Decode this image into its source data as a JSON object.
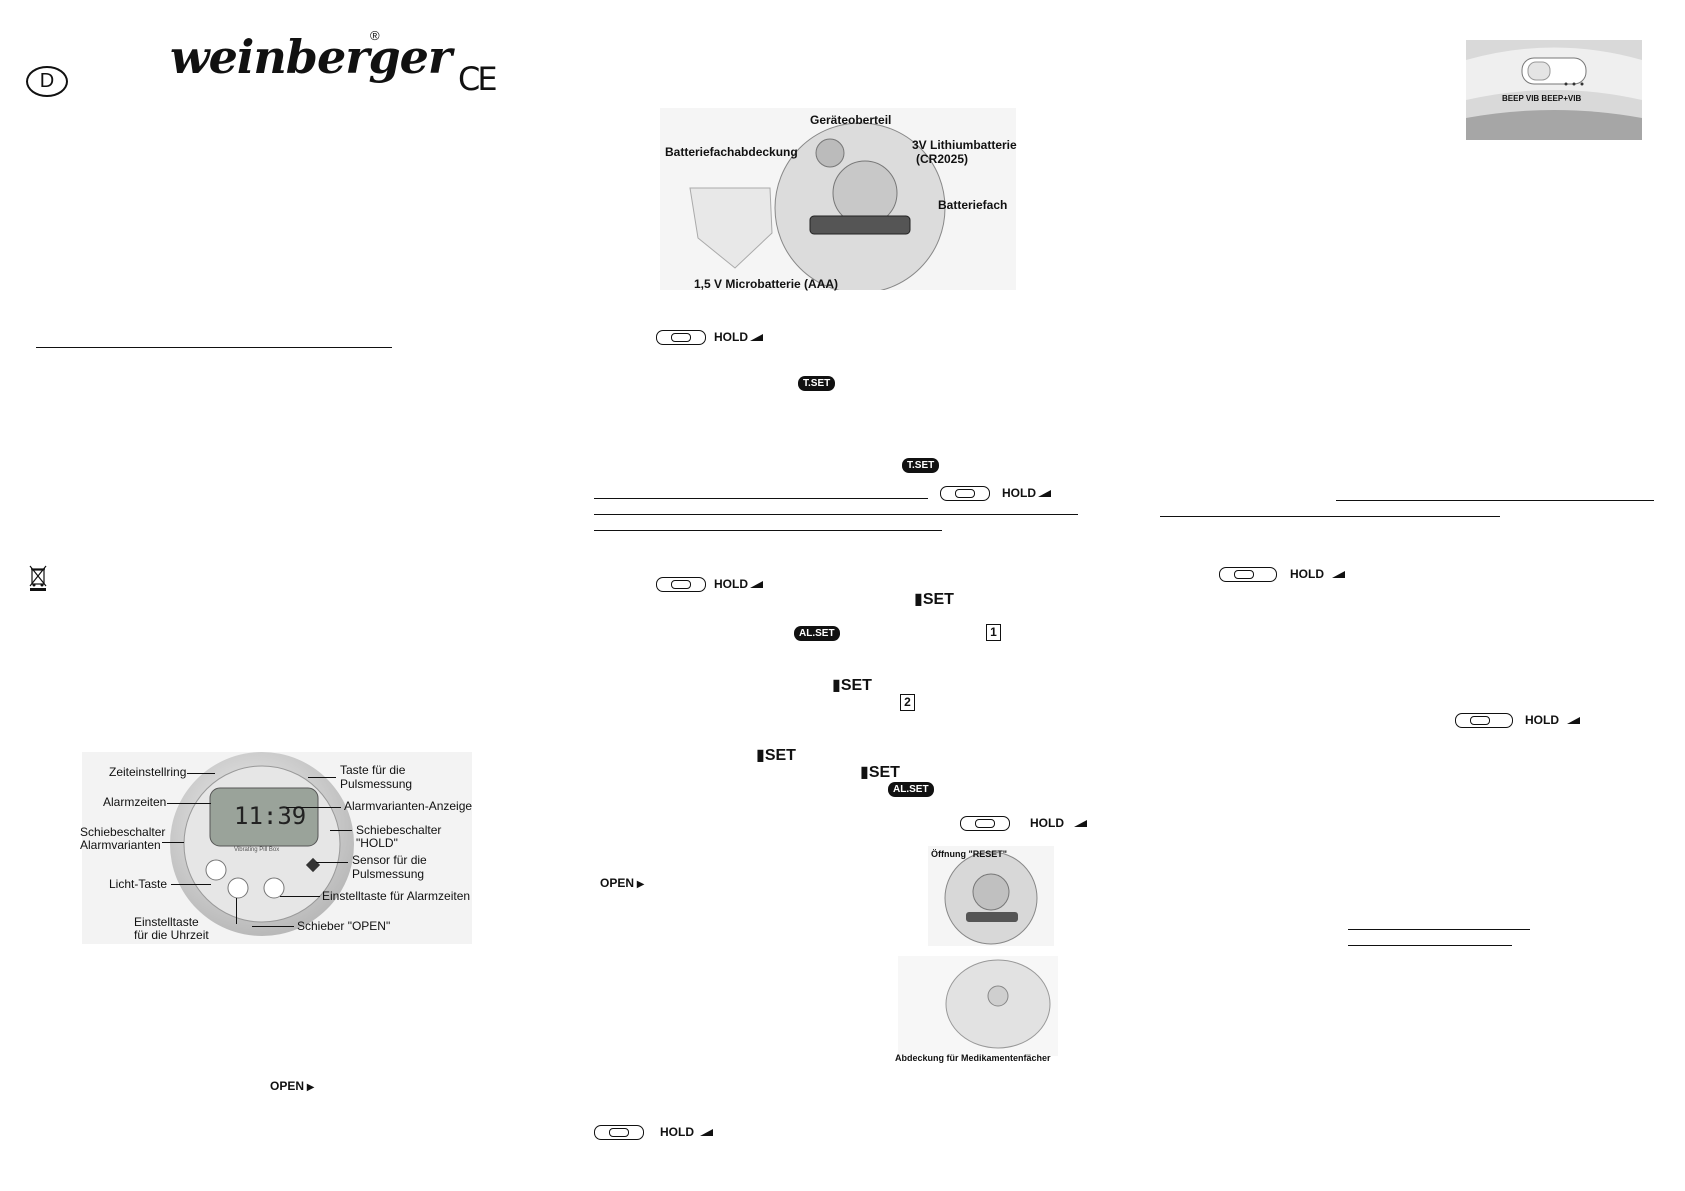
{
  "header": {
    "country_code": "D",
    "brand": "weinberger",
    "registered_mark": "®",
    "ce_mark": "CE"
  },
  "battery_figure": {
    "labels": {
      "cover": "Batteriefachabdeckung",
      "top": "Geräteoberteil",
      "lithium": "3V Lithiumbatterie",
      "lithium_type": "(CR2025)",
      "compartment": "Batteriefach",
      "micro": "1,5 V Microbatterie (AAA)"
    }
  },
  "device_figure": {
    "labels": {
      "ring": "Zeiteinstellring",
      "pulse_btn_1": "Taste für die",
      "pulse_btn_2": "Pulsmessung",
      "alarm_times": "Alarmzeiten",
      "alarm_mode_display": "Alarmvarianten-Anzeige",
      "alarm_switch_1": "Schiebeschalter",
      "alarm_switch_2": "Alarmvarianten",
      "hold_switch_1": "Schiebeschalter",
      "hold_switch_2": "\"HOLD\"",
      "sensor_1": "Sensor für die",
      "sensor_2": "Pulsmessung",
      "light": "Licht-Taste",
      "alarm_set_key": "Einstelltaste für Alarmzeiten",
      "time_key_1": "Einstelltaste",
      "time_key_2": "für die Uhrzeit",
      "open_slider": "Schieber \"OPEN\"",
      "lcd_value": "11:39",
      "device_name": "Vibrating Pill Box"
    }
  },
  "reset_figure": {
    "label": "Öffnung \"RESET\""
  },
  "pillbox_figure": {
    "label": "Abdeckung für Medikamentenfächer"
  },
  "mode_figure": {
    "label": "BEEP VIB BEEP+VIB"
  },
  "symbols": {
    "hold": "HOLD",
    "tset": "T.SET",
    "alset": "AL.SET",
    "set": "SET",
    "open": "OPEN",
    "box1": "1",
    "box2": "2"
  }
}
